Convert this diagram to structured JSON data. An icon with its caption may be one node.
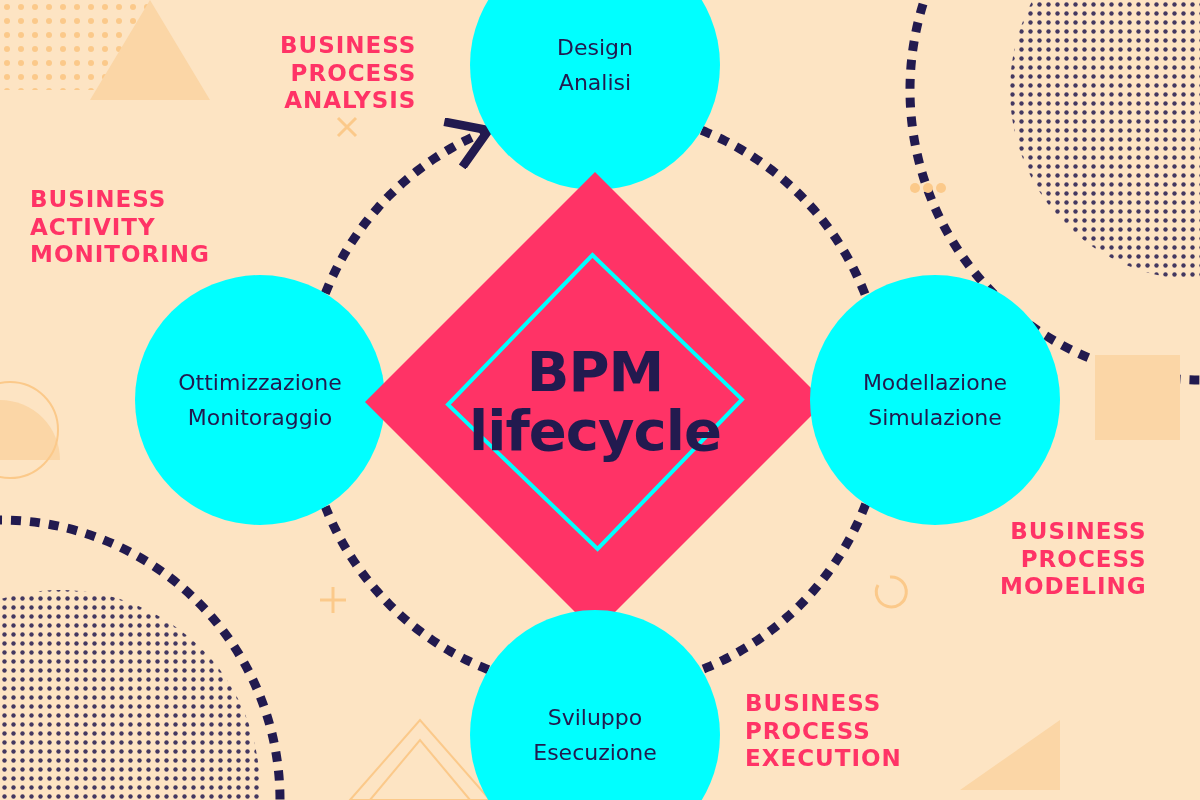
{
  "diagram": {
    "nodes": [
      {
        "text": [
          "Design Analisi"
        ],
        "beside": [
          "BUSINESS PROCESS ANALYSIS"
        ]
      },
      {
        "text": [
          "Ottimizzazione Monitoraggio"
        ],
        "beside": [
          "BUSINESS ACTIVITY MONITORING"
        ]
      },
      {
        "text": [
          "BPM lifecycle"
        ]
      },
      {
        "text": [
          "Modellazione Simulazione"
        ],
        "beside": [
          "BUSINESS PROCESS MODELING"
        ]
      },
      {
        "text": [
          "Sviluppo Esecuzione"
        ],
        "beside": [
          "BUSINESS PROCESS EXECUTION"
        ]
      }
    ],
    "edges": [
      {
        "from": 0,
        "to": 3,
        "arrow": "none",
        "style": "dashed"
      },
      {
        "from": 3,
        "to": 4,
        "arrow": "none",
        "style": "dashed"
      },
      {
        "from": 4,
        "to": 1,
        "arrow": "none",
        "style": "dashed"
      },
      {
        "from": 1,
        "to": 0,
        "arrow": "to",
        "style": "dashed"
      }
    ]
  }
}
